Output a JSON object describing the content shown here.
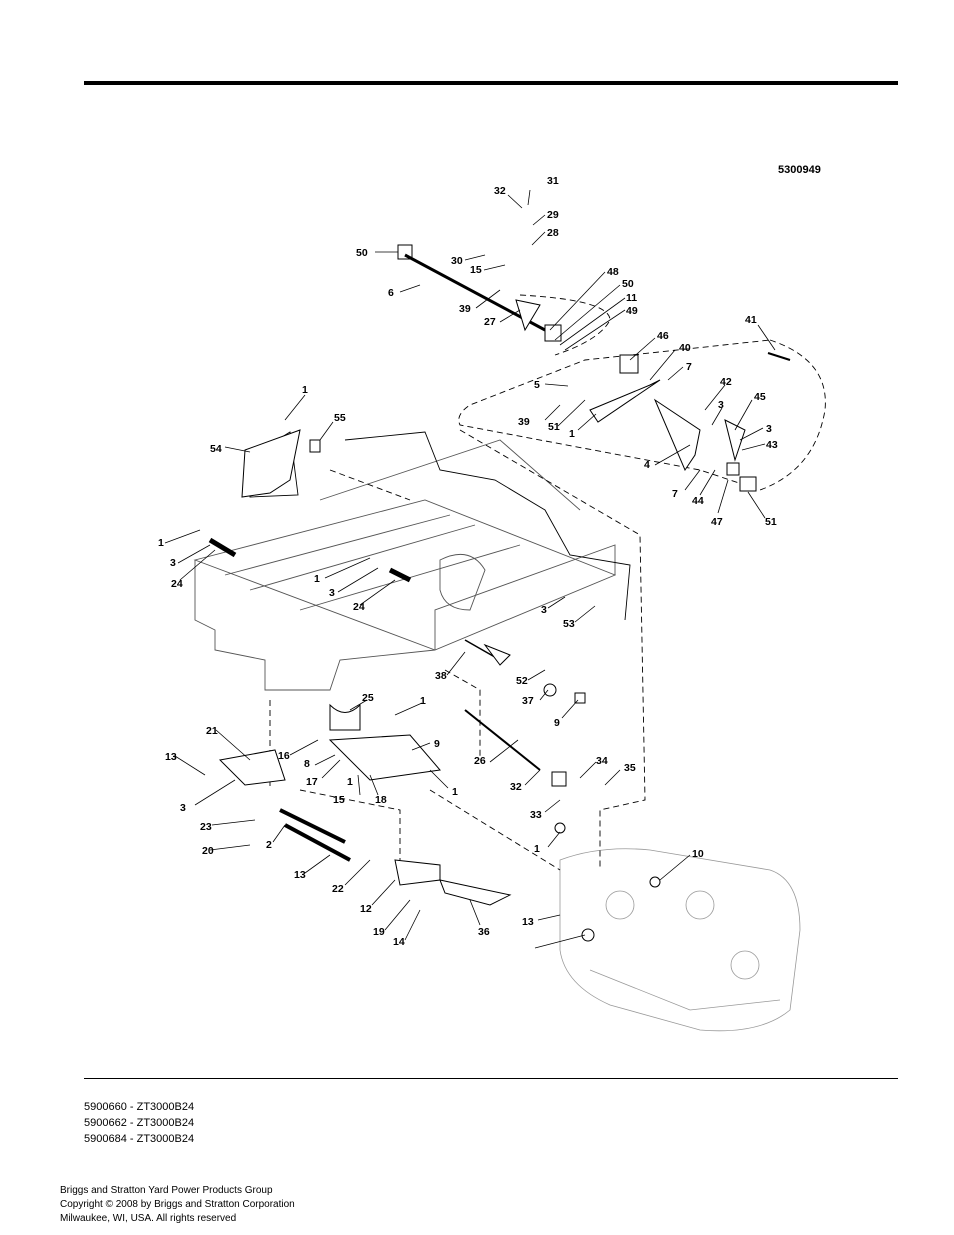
{
  "diagram_id": "5300949",
  "models": [
    "5900660 - ZT3000B24",
    "5900662 - ZT3000B24",
    "5900684 - ZT3000B24"
  ],
  "footer": [
    "Briggs and Stratton Yard Power Products Group",
    "Copyright ©  2008 by Briggs and Stratton Corporation",
    "Milwaukee, WI, USA. All rights reserved"
  ],
  "callouts": [
    "31",
    "32",
    "29",
    "28",
    "50",
    "30",
    "15",
    "6",
    "39",
    "27",
    "48",
    "50",
    "11",
    "49",
    "46",
    "40",
    "7",
    "41",
    "42",
    "3",
    "45",
    "3",
    "43",
    "5",
    "39",
    "51",
    "1",
    "4",
    "7",
    "44",
    "47",
    "51",
    "1",
    "55",
    "54",
    "1",
    "3",
    "24",
    "1",
    "3",
    "24",
    "3",
    "53",
    "38",
    "52",
    "37",
    "9",
    "25",
    "1",
    "21",
    "16",
    "9",
    "8",
    "17",
    "1",
    "15",
    "18",
    "1",
    "13",
    "3",
    "23",
    "2",
    "20",
    "13",
    "22",
    "12",
    "19",
    "14",
    "36",
    "26",
    "32",
    "34",
    "35",
    "33",
    "1",
    "10",
    "13"
  ]
}
